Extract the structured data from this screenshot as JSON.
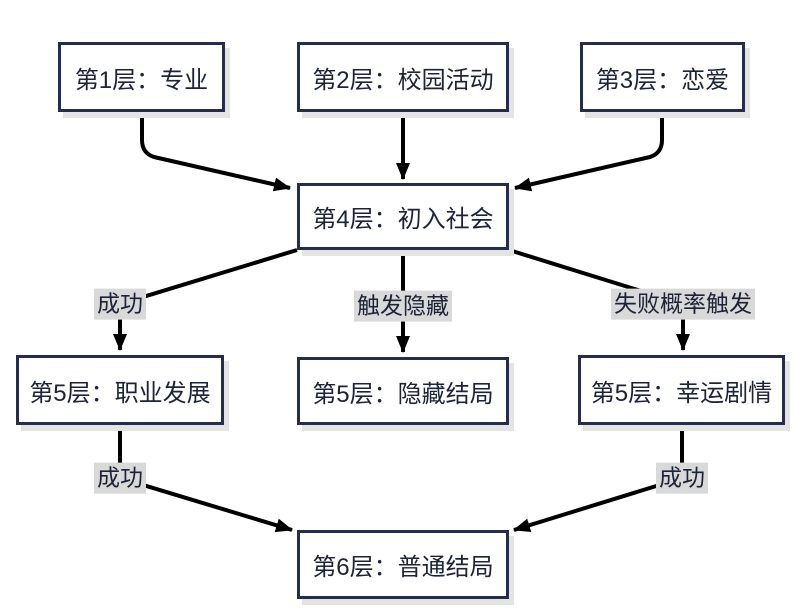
{
  "diagram": {
    "colors": {
      "background": "#ffffff",
      "node_border": "#262c4b",
      "node_fill": "#ffffff",
      "text": "#1c2238",
      "arrow": "#000000",
      "edge_label_bg": "#d9d9d9"
    },
    "nodes": {
      "layer1": {
        "label": "第1层：专业"
      },
      "layer2": {
        "label": "第2层：校园活动"
      },
      "layer3": {
        "label": "第3层：恋爱"
      },
      "layer4": {
        "label": "第4层：初入社会"
      },
      "layer5_career": {
        "label": "第5层：职业发展"
      },
      "layer5_hidden": {
        "label": "第5层：隐藏结局"
      },
      "layer5_lucky": {
        "label": "第5层：幸运剧情"
      },
      "layer6": {
        "label": "第6层：普通结局"
      }
    },
    "edge_labels": {
      "success_upper_left": "成功",
      "trigger_hidden": "触发隐藏",
      "fail_probability": "失败概率触发",
      "success_lower_left": "成功",
      "success_lower_right": "成功"
    },
    "edges": [
      {
        "from": "第1层：专业",
        "to": "第4层：初入社会",
        "label": ""
      },
      {
        "from": "第2层：校园活动",
        "to": "第4层：初入社会",
        "label": ""
      },
      {
        "from": "第3层：恋爱",
        "to": "第4层：初入社会",
        "label": ""
      },
      {
        "from": "第4层：初入社会",
        "to": "第5层：职业发展",
        "label": "成功"
      },
      {
        "from": "第4层：初入社会",
        "to": "第5层：隐藏结局",
        "label": "触发隐藏"
      },
      {
        "from": "第4层：初入社会",
        "to": "第5层：幸运剧情",
        "label": "失败概率触发"
      },
      {
        "from": "第5层：职业发展",
        "to": "第6层：普通结局",
        "label": "成功"
      },
      {
        "from": "第5层：幸运剧情",
        "to": "第6层：普通结局",
        "label": "成功"
      }
    ]
  }
}
